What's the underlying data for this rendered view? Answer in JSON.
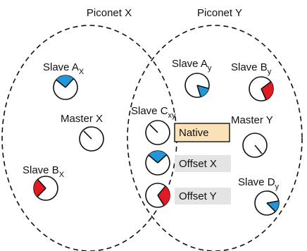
{
  "piconets": {
    "x_label": "Piconet X",
    "y_label": "Piconet Y"
  },
  "nodes": {
    "slave_ax": {
      "label": "Slave A",
      "subscript": "X"
    },
    "master_x": {
      "label": "Master X"
    },
    "slave_bx": {
      "label": "Slave B",
      "subscript": "X"
    },
    "slave_ay": {
      "label": "Slave A",
      "subscript": "y"
    },
    "slave_by": {
      "label": "Slave B",
      "subscript": "y"
    },
    "slave_cxy": {
      "label": "Slave C",
      "subscript": "xy"
    },
    "master_y": {
      "label": "Master Y"
    },
    "slave_dy": {
      "label": "Slave D",
      "subscript": "y"
    }
  },
  "clock_legend": {
    "native": "Native",
    "offset_x": "Offset X",
    "offset_y": "Offset Y"
  },
  "colors": {
    "offset_x_fill": "#2196d8",
    "offset_y_fill": "#e01b24",
    "native_box_fill": "#fbe1b8",
    "offset_box_fill": "#e4e4e4",
    "outline": "#111111"
  }
}
